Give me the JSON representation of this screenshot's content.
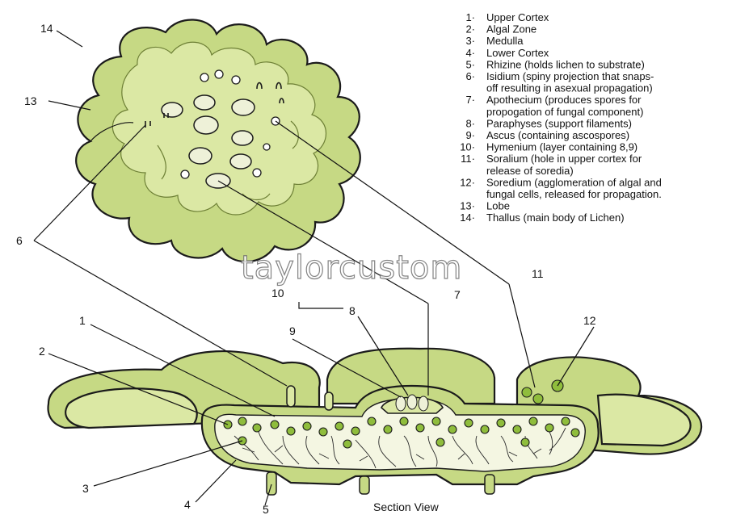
{
  "legend": [
    {
      "num": "1",
      "lines": [
        "Upper Cortex"
      ]
    },
    {
      "num": "2",
      "lines": [
        "Algal Zone"
      ]
    },
    {
      "num": "3",
      "lines": [
        "Medulla"
      ]
    },
    {
      "num": "4",
      "lines": [
        "Lower Cortex"
      ]
    },
    {
      "num": "5",
      "lines": [
        "Rhizine (holds lichen to substrate)"
      ]
    },
    {
      "num": "6",
      "lines": [
        "Isidium (spiny projection that snaps-",
        "off resulting in asexual propagation)"
      ]
    },
    {
      "num": "7",
      "lines": [
        "Apothecium (produces spores for",
        "propogation of fungal component)"
      ]
    },
    {
      "num": "8",
      "lines": [
        "Paraphyses (support filaments)"
      ]
    },
    {
      "num": "9",
      "lines": [
        "Ascus (containing ascospores)"
      ]
    },
    {
      "num": "10",
      "lines": [
        "Hymenium (layer containing 8,9)"
      ]
    },
    {
      "num": "11",
      "lines": [
        "Soralium (hole in upper cortex for",
        "release of soredia)"
      ]
    },
    {
      "num": "12",
      "lines": [
        "Soredium (agglomeration of algal and",
        "fungal cells, released for propagation."
      ]
    },
    {
      "num": "13",
      "lines": [
        "Lobe"
      ]
    },
    {
      "num": "14",
      "lines": [
        "Thallus (main body of Lichen)"
      ]
    }
  ],
  "callouts": {
    "n1": "1",
    "n2": "2",
    "n3": "3",
    "n4": "4",
    "n5": "5",
    "n6": "6",
    "n7": "7",
    "n8": "8",
    "n9": "9",
    "n10": "10",
    "n11": "11",
    "n12": "12",
    "n13": "13",
    "n14": "14"
  },
  "caption": "Section View",
  "watermark": "taylorcustom",
  "colors": {
    "thallus_light": "#dbe8a4",
    "thallus_mid": "#c6d984",
    "thallus_dark": "#a8bf60",
    "algae": "#8fbd3c",
    "medulla": "#f4f6e2",
    "outline": "#1b1b1b"
  }
}
